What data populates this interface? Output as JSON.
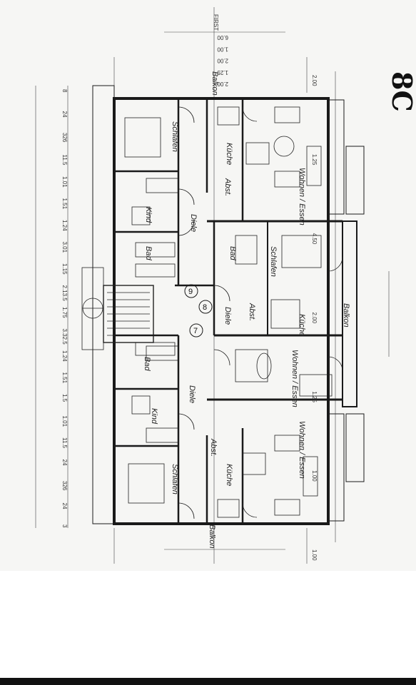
{
  "plan": {
    "ridge_label": "FIRST",
    "sheet_mark": "8C",
    "unit_numbers": [
      "7",
      "8",
      "9"
    ],
    "rooms": {
      "schlafen_top": "Schlafen",
      "kueche_top": "Küche",
      "wohnen_top": "Wohnen / Essen",
      "balkon_top": "Balkon",
      "kind_top": "Kind",
      "abst_top": "Abst.",
      "bad_top": "Bad",
      "diele_top": "Diele",
      "bad_center": "Bad",
      "schlafen_center": "Schlafen",
      "diele_center": "Diele",
      "abst_center": "Abst.",
      "kueche_center": "Küche",
      "balkon_center": "Balkon",
      "wohnen_center": "Wohnen / Essen",
      "bad_bottom": "Bad",
      "diele_bottom": "Diele",
      "kind_bottom": "Kind",
      "schlafen_bottom": "Schlafen",
      "abst_bottom": "Abst.",
      "kueche_bottom": "Küche",
      "wohnen_bottom": "Wohnen / Essen",
      "balkon_bottom": "Balkon"
    },
    "dims_left": [
      "3",
      "24",
      "326",
      "24",
      "11.5",
      "1.01",
      "1.5",
      "1.51",
      "1.24",
      "3.32.5",
      "1.75",
      "2.13.5",
      "1.15",
      "3.01",
      "1.24",
      "1.51",
      "1.01",
      "11.5",
      "326",
      "24",
      "8"
    ],
    "dims_right": [
      "2.00",
      "1.25",
      "4.50",
      "2.00",
      "1.25",
      "1.00",
      "1.00"
    ],
    "dims_top": [
      "6.00",
      "1.00",
      "2.00",
      "1.25",
      "2.00"
    ]
  }
}
